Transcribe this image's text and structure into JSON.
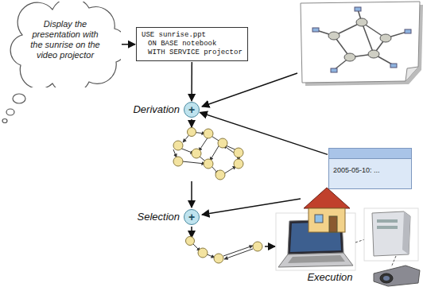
{
  "diagram": {
    "nodes": [
      {
        "text": [
          "Display the presentation with the sunrise on the video projector"
        ]
      },
      {
        "text": [
          "USE sunrise.ppt",
          "ON BASE notebook",
          "WITH SERVICE projector"
        ]
      },
      {
        "text": [
          "+"
        ]
      },
      {
        "text": [
          "+"
        ]
      },
      {
        "text": [
          "2005-05-10: ..."
        ]
      }
    ],
    "edges": [
      {
        "from": 0,
        "to": 1,
        "arrow": "to"
      },
      {
        "from": 1,
        "to": 2,
        "arrow": "to"
      },
      {
        "from": 4,
        "to": 2,
        "arrow": "to"
      }
    ],
    "labels": [
      "Derivation",
      "Selection",
      "Execution"
    ]
  }
}
